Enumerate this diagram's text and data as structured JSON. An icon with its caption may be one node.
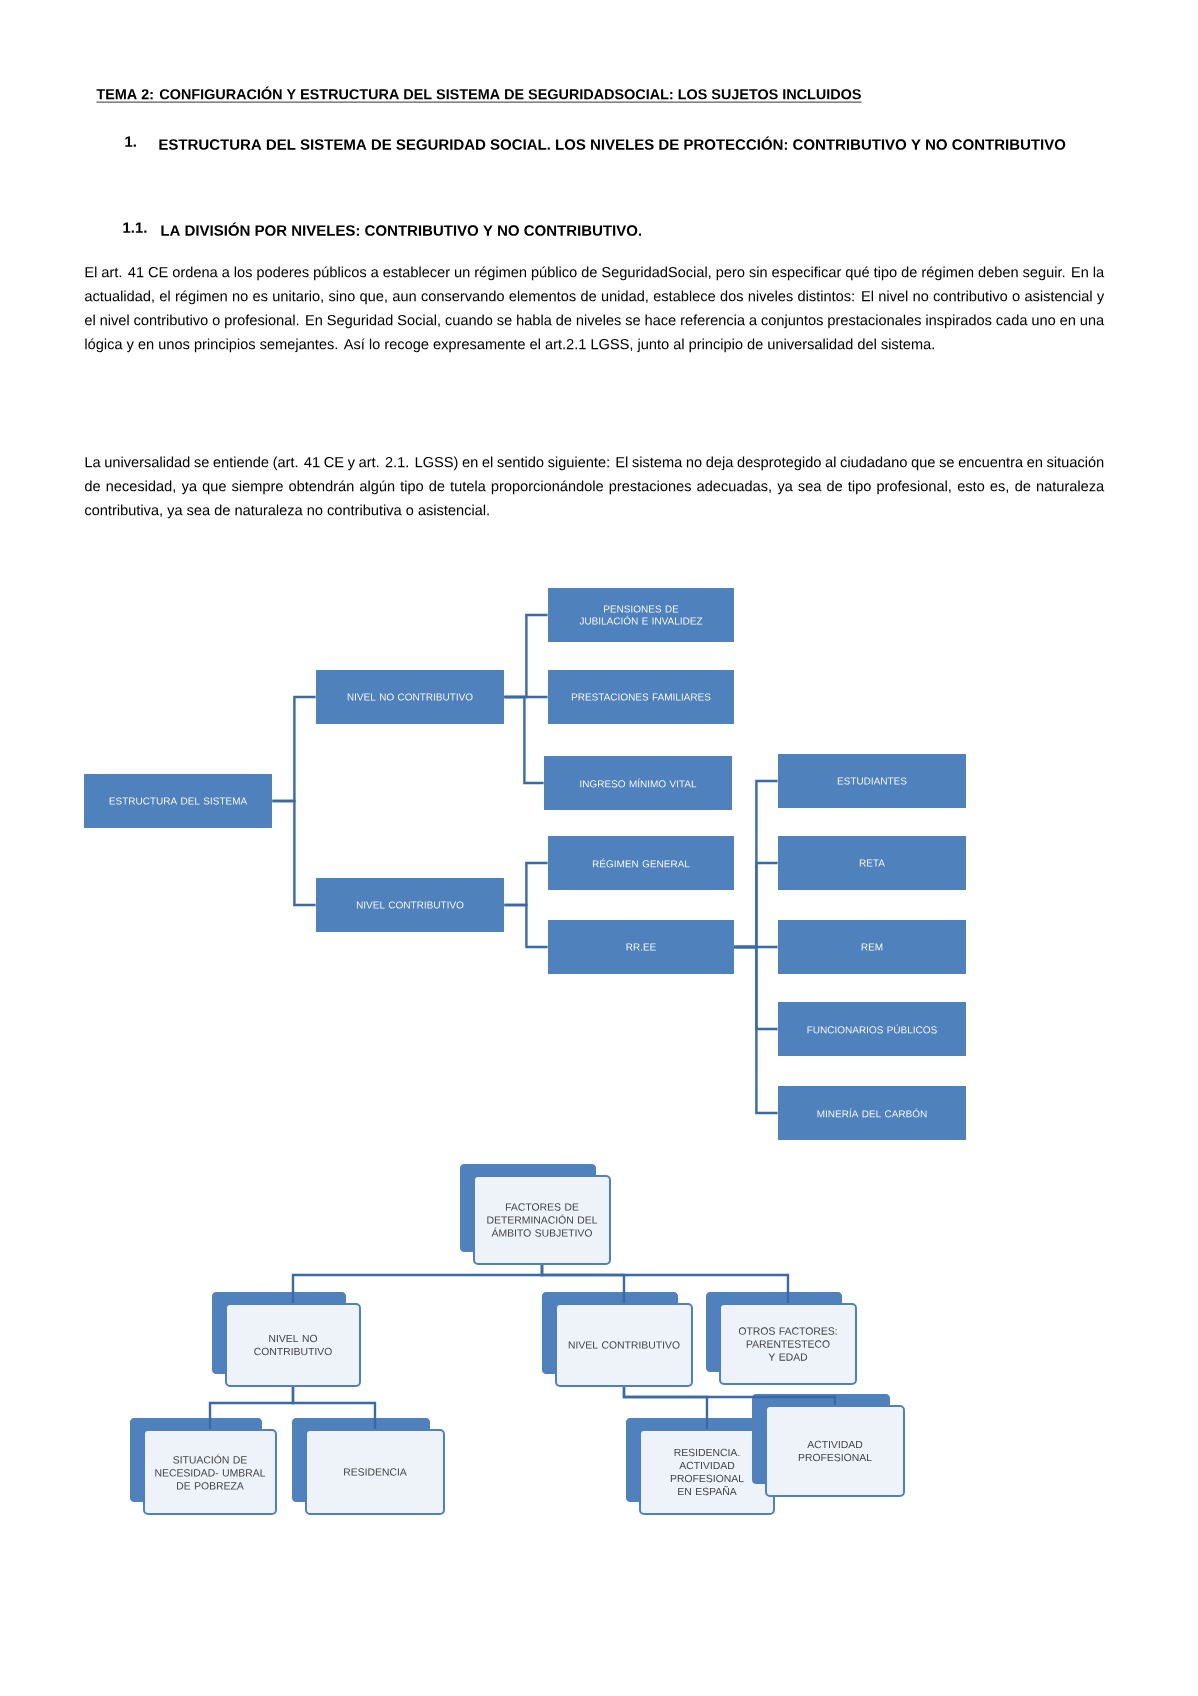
{
  "diagram": {
    "title": "TEMA 2: CONFIGURACIÓN Y ESTRUCTURA DEL SISTEMA DE SEGURIDADSOCIAL: LOS SUJETOS INCLUIDOS",
    "nodes": [
      {
        "text": [
          "ESTRUCTURA DEL SISTEMA"
        ]
      },
      {
        "text": [
          "NIVEL NO CONTRIBUTIVO"
        ]
      },
      {
        "text": [
          "NIVEL CONTRIBUTIVO"
        ]
      },
      {
        "text": [
          "PENSIONES DE JUBILACIÓN E INVALIDEZ"
        ]
      },
      {
        "text": [
          "PRESTACIONES FAMILIARES"
        ]
      },
      {
        "text": [
          "INGRESO MÍNIMO VITAL"
        ]
      },
      {
        "text": [
          "RÉGIMEN GENERAL"
        ]
      },
      {
        "text": [
          "RR.EE"
        ]
      },
      {
        "text": [
          "ESTUDIANTES"
        ]
      },
      {
        "text": [
          "RETA"
        ]
      },
      {
        "text": [
          "REM"
        ]
      },
      {
        "text": [
          "FUNCIONARIOS PÚBLICOS"
        ]
      },
      {
        "text": [
          "MINERÍA DEL CARBÓN"
        ]
      },
      {
        "text": [
          "FACTORES DE DETERMINACIÓN DEL ÁMBITO SUBJETIVO"
        ]
      },
      {
        "text": [
          "NIVEL NO CONTRIBUTIVO"
        ]
      },
      {
        "text": [
          "NIVEL CONTRIBUTIVO"
        ]
      },
      {
        "text": [
          "OTROS FACTORES: PARENTESTECO Y EDAD"
        ]
      },
      {
        "text": [
          "SITUACIÓN DE NECESIDAD- UMBRAL DE POBREZA"
        ]
      },
      {
        "text": [
          "RESIDENCIA"
        ]
      },
      {
        "text": [
          "RESIDENCIA. ACTIVIDAD PROFESIONAL EN ESPAÑA"
        ]
      },
      {
        "text": [
          "ACTIVIDAD PROFESIONAL"
        ]
      }
    ],
    "edges": [
      {
        "from": 0,
        "to": 1,
        "arrow": "none"
      },
      {
        "from": 0,
        "to": 2,
        "arrow": "none"
      },
      {
        "from": 1,
        "to": 3,
        "arrow": "none"
      },
      {
        "from": 1,
        "to": 4,
        "arrow": "none"
      },
      {
        "from": 1,
        "to": 5,
        "arrow": "none"
      },
      {
        "from": 2,
        "to": 6,
        "arrow": "none"
      },
      {
        "from": 2,
        "to": 7,
        "arrow": "none"
      },
      {
        "from": 7,
        "to": 8,
        "arrow": "none"
      },
      {
        "from": 7,
        "to": 9,
        "arrow": "none"
      },
      {
        "from": 7,
        "to": 10,
        "arrow": "none"
      },
      {
        "from": 7,
        "to": 11,
        "arrow": "none"
      },
      {
        "from": 7,
        "to": 12,
        "arrow": "none"
      },
      {
        "from": 13,
        "to": 14,
        "arrow": "none"
      },
      {
        "from": 13,
        "to": 15,
        "arrow": "none"
      },
      {
        "from": 13,
        "to": 16,
        "arrow": "none"
      },
      {
        "from": 14,
        "to": 17,
        "arrow": "none"
      },
      {
        "from": 14,
        "to": 18,
        "arrow": "none"
      },
      {
        "from": 15,
        "to": 19,
        "arrow": "none"
      },
      {
        "from": 15,
        "to": 20,
        "arrow": "none"
      }
    ],
    "labels": [
      "1.",
      "ESTRUCTURA DEL SISTEMA DE SEGURIDAD SOCIAL. LOS NIVELES DE PROTECCIÓN: CONTRIBUTIVO Y NO CONTRIBUTIVO",
      "1.1.",
      "LA DIVISIÓN POR NIVELES: CONTRIBUTIVO Y NO CONTRIBUTIVO.",
      "El art. 41 CE ordena a los poderes públicos a establecer un régimen público de SeguridadSocial, pero sin especificar qué tipo de régimen deben seguir. En la actualidad, el régimen no es unitario, sino que, aun conservando elementos de unidad, establece dos niveles distintos: El nivel no contributivo o asistencial y el nivel contributivo o profesional. En Seguridad Social, cuando se habla de niveles se hace referencia a conjuntos prestacionales inspirados cada uno en una lógica y en unos principios semejantes. Así lo recoge expresamente el art.2.1 LGSS, junto al principio de universalidad del sistema.",
      "La universalidad se entiende (art. 41 CE y art. 2.1. LGSS) en el sentido siguiente: El sistema no deja desprotegido al ciudadano que se encuentra en situación de necesidad, ya que siempre obtendrán algún tipo de tutela proporcionándole prestaciones adecuadas, ya sea de tipo profesional, esto es, de naturaleza contributiva, ya sea de naturaleza no contributiva o asistencial."
    ]
  }
}
